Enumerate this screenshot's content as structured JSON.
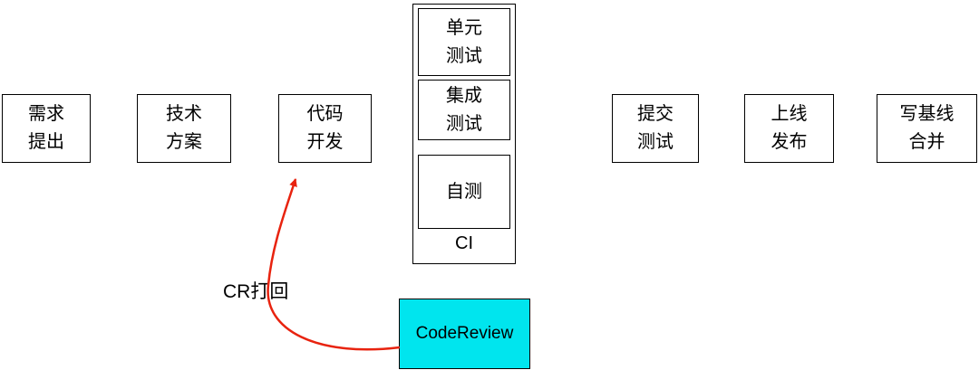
{
  "diagram": {
    "steps": [
      {
        "id": "requirement",
        "label": "需求\n提出"
      },
      {
        "id": "tech-plan",
        "label": "技术\n方案"
      },
      {
        "id": "code-dev",
        "label": "代码\n开发"
      },
      {
        "id": "submit-test",
        "label": "提交\n测试"
      },
      {
        "id": "release",
        "label": "上线\n发布"
      },
      {
        "id": "baseline-merge",
        "label": "写基线\n合并"
      }
    ],
    "ci_group": {
      "label": "CI",
      "items": [
        {
          "id": "unit-test",
          "label": "单元\n测试"
        },
        {
          "id": "integration-test",
          "label": "集成\n测试"
        },
        {
          "id": "self-test",
          "label": "自测"
        }
      ]
    },
    "code_review": {
      "label": "CodeReview"
    },
    "cr_reject": {
      "label": "CR打回"
    }
  },
  "colors": {
    "background": "#ffffff",
    "node_border": "#000000",
    "node_fill": "#ffffff",
    "text": "#000000",
    "code_review_fill": "#00e5ee",
    "arrow": "#e8230f"
  }
}
